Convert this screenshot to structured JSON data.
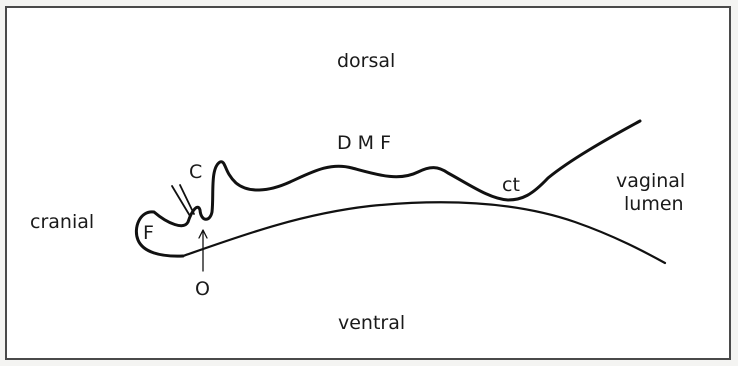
{
  "labels": {
    "dorsal": "dorsal",
    "dmf": "D M F",
    "c": "C",
    "ct": "ct",
    "vaginal": "vaginal",
    "lumen": "lumen",
    "cranial": "cranial",
    "f": "F",
    "o": "O",
    "ventral": "ventral"
  }
}
